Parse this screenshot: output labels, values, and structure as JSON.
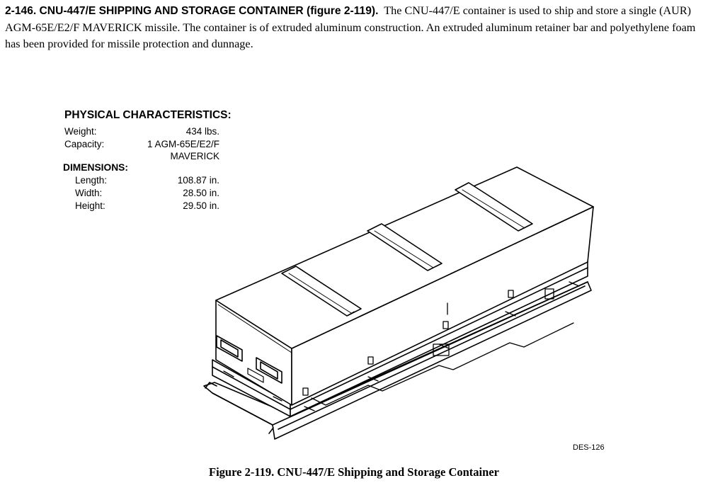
{
  "paragraph": {
    "heading": "2-146.  CNU-447/E SHIPPING AND STORAGE CONTAINER (figure 2-119).",
    "body": "The CNU-447/E container is used to ship and store a single (AUR) AGM-65E/E2/F MAVERICK missile. The container is of extruded aluminum construction. An extruded aluminum retainer bar and polyethylene foam has been provided for missile protection and dunnage."
  },
  "characteristics": {
    "title": "PHYSICAL CHARACTERISTICS:",
    "weight_label": "Weight:",
    "weight_value": "434 lbs.",
    "capacity_label": "Capacity:",
    "capacity_value_line1": "1 AGM-65E/E2/F",
    "capacity_value_line2": "MAVERICK",
    "dimensions_title": "DIMENSIONS:",
    "length_label": "Length:",
    "length_value": "108.87 in.",
    "width_label": "Width:",
    "width_value": "28.50 in.",
    "height_label": "Height:",
    "height_value": "29.50 in."
  },
  "drawing_code": "DES-126",
  "caption": "Figure 2-119.   CNU-447/E Shipping and Storage Container"
}
